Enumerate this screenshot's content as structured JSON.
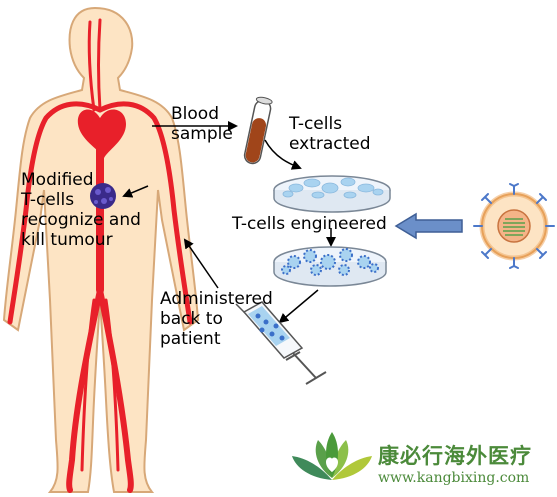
{
  "labels": {
    "blood_sample": "Blood\nsample",
    "tcells_extracted": "T-cells\nextracted",
    "tcells_engineered": "T-cells engineered",
    "modified_tcells": "Modified\nT-cells\nrecognize and\nkill tumour",
    "administered": "Administered\nback to\npatient"
  },
  "watermark": {
    "chinese_text": "康必行海外医疗",
    "url": "www.kangbixing.com"
  },
  "colors": {
    "skin": "#fde4c4",
    "skin_outline": "#d7a878",
    "vessel": "#e8202a",
    "tumour": "#3a2a8a",
    "blood_tube": "#a0451a",
    "dish_cells": "#a9d3f0",
    "engineered_cells": "#3b6fc9",
    "big_arrow": "#6b8fc9",
    "watermark_green": "#4b8a3a"
  }
}
